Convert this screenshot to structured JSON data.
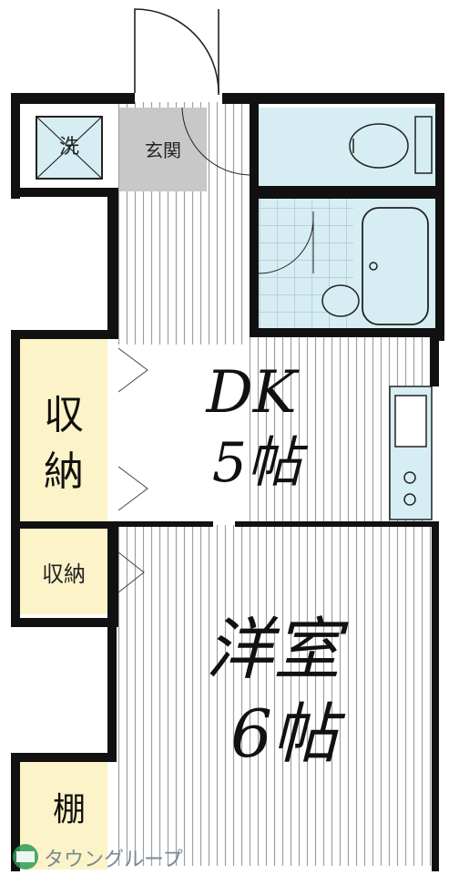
{
  "rooms": {
    "dk": {
      "line1": "DK",
      "line2": "5帖"
    },
    "western": {
      "line1": "洋室",
      "line2": "6帖"
    },
    "storage_large": {
      "label_top": "収",
      "label_bottom": "納"
    },
    "storage_small": {
      "label": "収納"
    },
    "shelf": {
      "label": "棚"
    },
    "entrance": {
      "label": "玄関"
    },
    "laundry": {
      "label": "洗"
    }
  },
  "logo": {
    "text": "タウングループ"
  },
  "colors": {
    "wall": "#111111",
    "stripe": "#9aa0a4",
    "wet_area": "#d6eef3",
    "storage": "#fcf4c8",
    "entrance": "#c8c8c8",
    "logo_green": "#2e9b5a"
  }
}
